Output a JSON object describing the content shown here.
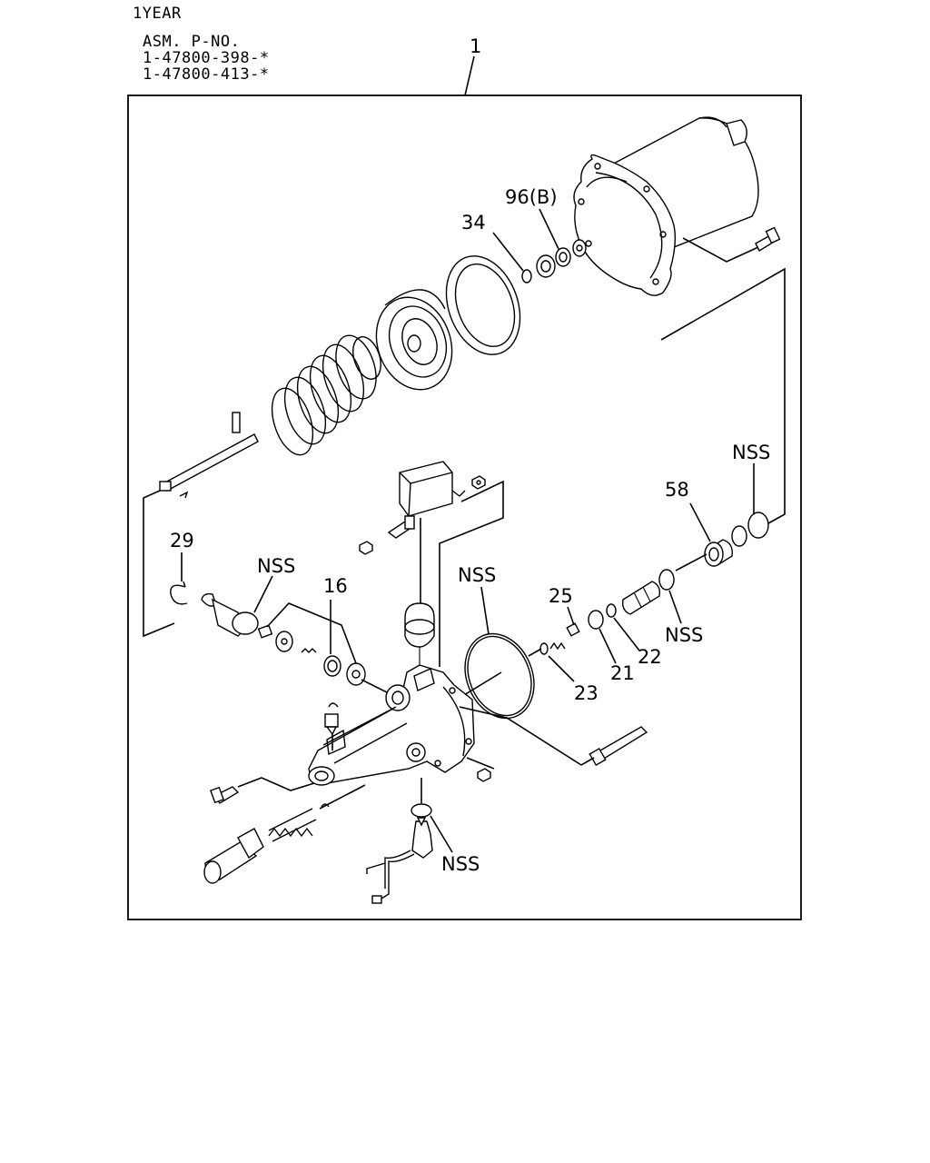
{
  "header": {
    "warranty": "1YEAR",
    "asm_label": "ASM. P-NO.",
    "part_numbers": [
      "1-47800-398-*",
      "1-47800-413-*"
    ]
  },
  "callouts": {
    "assembly": "1",
    "c96": "96(B)",
    "c34": "34",
    "nss_snapring": "NSS",
    "c58": "58",
    "c29": "29",
    "nss_fitting": "NSS",
    "c16": "16",
    "nss_oring_large": "NSS",
    "c25": "25",
    "c23": "23",
    "c21": "21",
    "c22": "22",
    "nss_seal": "NSS",
    "nss_bottom": "NSS"
  }
}
